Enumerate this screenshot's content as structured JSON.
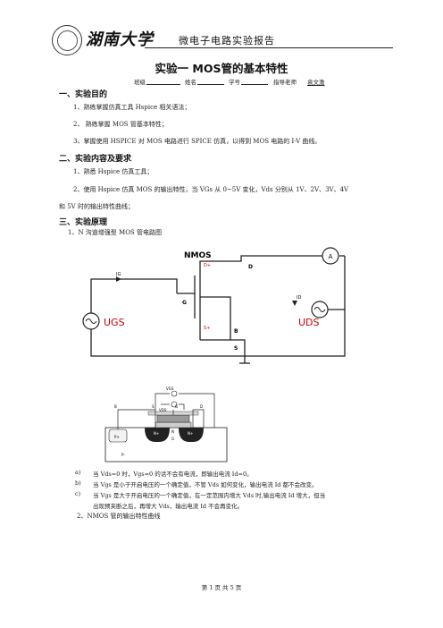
{
  "header": {
    "logo_text": "湖南大学",
    "report_title": "微电子电路实验报告"
  },
  "title": "实验一  MOS管的基本特性",
  "info": {
    "class_label": "班级",
    "name_label": "姓名",
    "id_label": "学号",
    "teacher_label": "指导老师",
    "teacher_name": "袁文澹"
  },
  "sections": {
    "s1": {
      "heading": "一、实验目的",
      "items": [
        "1、熟练掌握仿真工具 Hspice 相关语法；",
        "2、 熟练掌握 MOS 管基本特性；",
        "3、掌握使用 HSPICE 对 MOS 电路进行 SPICE 仿真，以得到 MOS 电路的 I-V 曲线。"
      ]
    },
    "s2": {
      "heading": "二、实验内容及要求",
      "items": [
        "1、熟悉 Hspice 仿真工具；",
        "2、使用 Hspice 仿真 MOS 的输出特性，当 VGs 从 0~5V 变化，Vds 分别从 1V、2V、3V、4V",
        "和 5V 时的输出特性曲线；"
      ]
    },
    "s3": {
      "heading": "三、实验原理",
      "sub1": "1、N 沟道增强型 MOS 管电路图",
      "sub2": "2、NMOS 管的输出特性曲线"
    }
  },
  "circuit": {
    "nmos": "NMOS",
    "d_plus": "D+",
    "d": "D",
    "g": "G",
    "b": "B",
    "s": "S",
    "s_plus": "S+",
    "a": "A",
    "ig": "IG",
    "id": "ID",
    "ugs": "UGS",
    "uds": "UDS"
  },
  "cross_section": {
    "vgs": "VGS",
    "vds": "VDS",
    "b": "B",
    "s": "S",
    "g": "G",
    "d": "D",
    "p_plus": "P+",
    "n_plus_1": "N+",
    "n_plus_2": "N+",
    "p_sub": "P-",
    "channel": "N",
    "g_bottom": "G"
  },
  "notes": [
    {
      "mark": "a)",
      "text": "当 Vds=0 时，Vgs=0 的话不会有电流，即输出电流 Id=0。"
    },
    {
      "mark": "b)",
      "text": "当 Vgs 是小于开启电压的一个确定值，不管 Vds 如何变化，输出电流 Id 都不会改变。"
    },
    {
      "mark": "c)",
      "text": "当 Vgs 是大于开启电压的一个确定值，在一定范围内增大 Vds 时,输出电流 Id 增大，但当"
    },
    {
      "mark": "",
      "text": "出现预夹断之后，再增大 Vds，输出电流 Id 不会再变化。"
    }
  ],
  "footer": "第 1 页 共 5 页"
}
